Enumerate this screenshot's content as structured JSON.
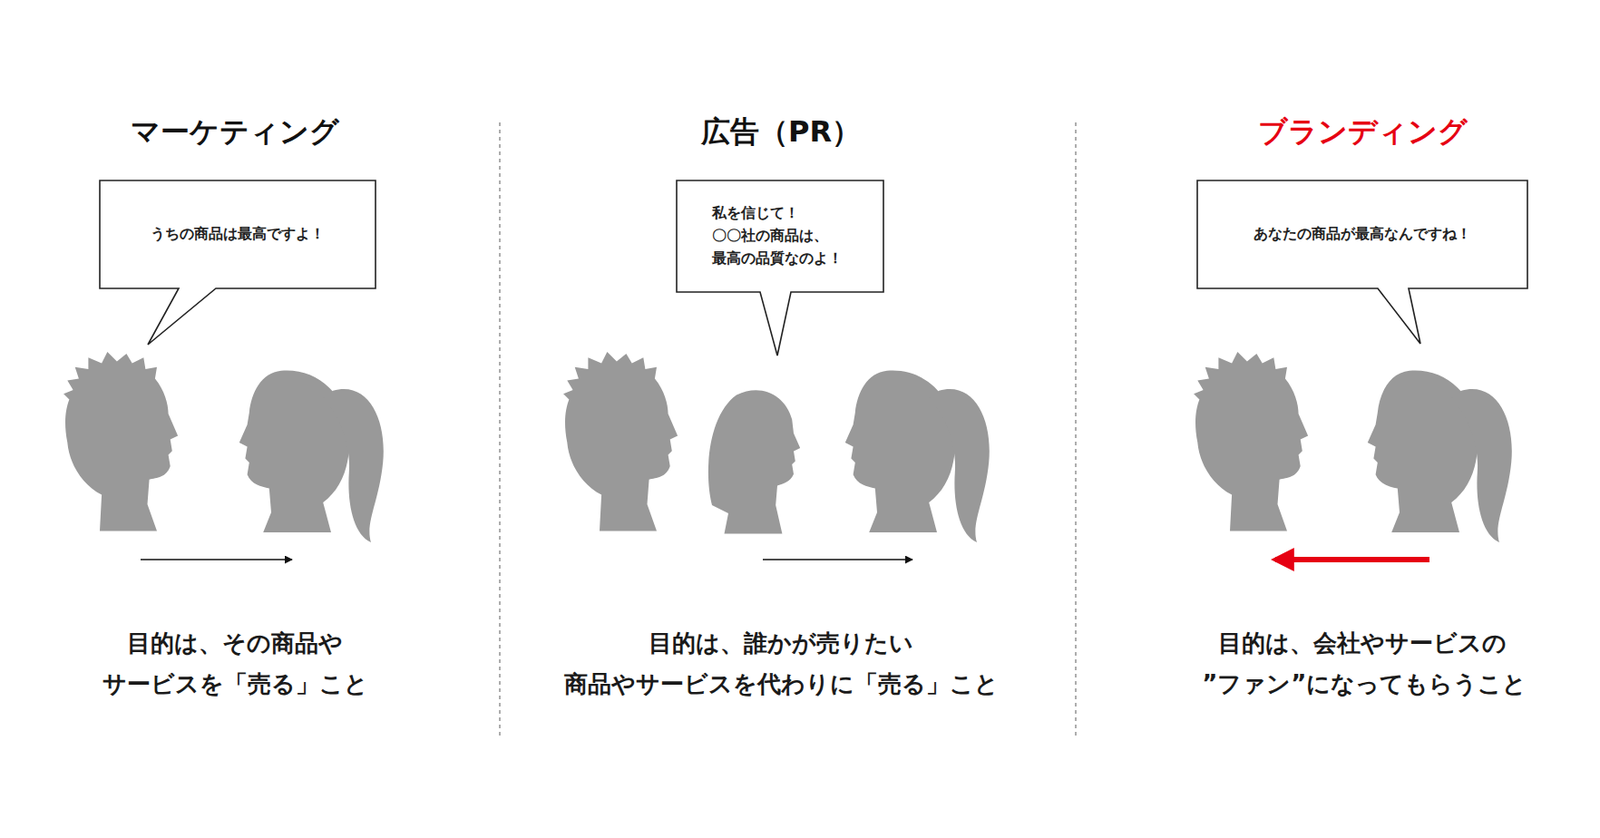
{
  "diagram": {
    "nodes": [
      {
        "text": [
          "うちの商品は最高ですよ！"
        ]
      },
      {
        "text": [
          "私を信じて！ 〇〇社の商品は、 最高の品質なのよ！"
        ]
      },
      {
        "text": [
          "あなたの商品が最高なんですね！"
        ]
      }
    ],
    "labels": [
      "マーケティング",
      "広告（PR）",
      "ブランディング",
      "目的は、その商品や サービスを「売る」こと",
      "目的は、誰かが売りたい 商品やサービスを代わりに「売る」こと",
      "目的は、会社やサービスの ”ファン”になってもらうこと"
    ]
  }
}
